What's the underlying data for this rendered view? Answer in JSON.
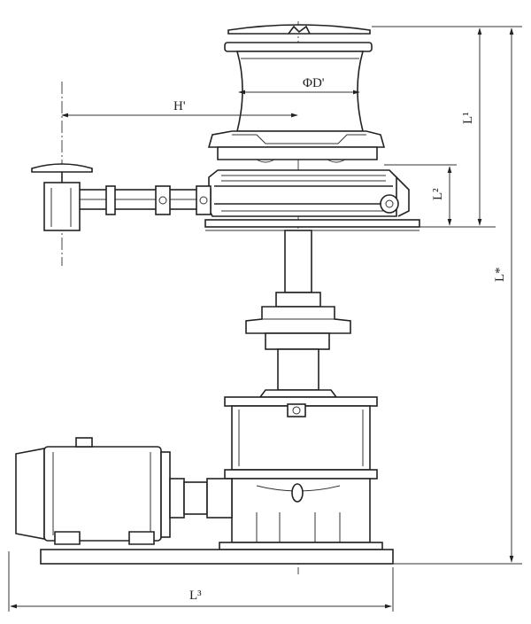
{
  "labels": {
    "diameter": "ΦD'",
    "h": "H'",
    "l1": "L¹",
    "l2": "L²",
    "l_star": "L*",
    "l3": "L³"
  }
}
